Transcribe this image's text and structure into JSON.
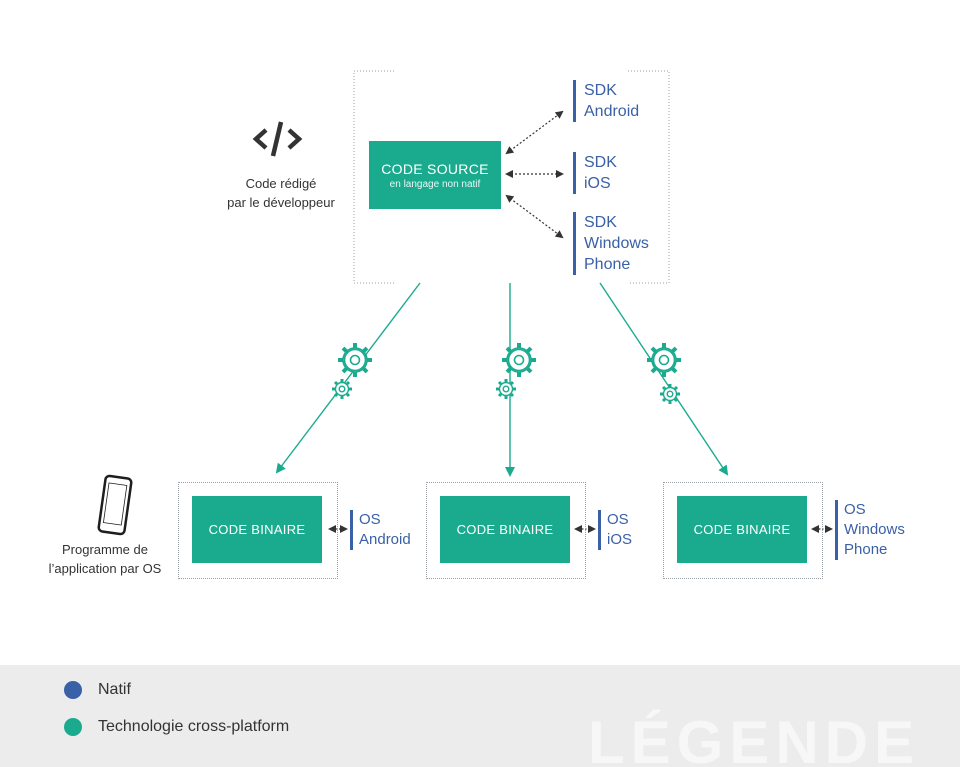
{
  "source": {
    "title": "CODE SOURCE",
    "subtitle": "en langage non natif",
    "caption_line1": "Code rédigé",
    "caption_line2": "par le développeur",
    "icon": "code-brackets-icon"
  },
  "sdks": [
    {
      "lines": [
        "SDK",
        "Android"
      ]
    },
    {
      "lines": [
        "SDK",
        "iOS"
      ]
    },
    {
      "lines": [
        "SDK",
        "Windows",
        "Phone"
      ]
    }
  ],
  "binaries": [
    {
      "title": "CODE BINAIRE",
      "os_lines": [
        "OS",
        "Android"
      ]
    },
    {
      "title": "CODE BINAIRE",
      "os_lines": [
        "OS",
        "iOS"
      ]
    },
    {
      "title": "CODE BINAIRE",
      "os_lines": [
        "OS",
        "Windows",
        "Phone"
      ]
    }
  ],
  "app_caption": {
    "line1": "Programme de",
    "line2": "l’application par OS",
    "icon": "smartphone-icon"
  },
  "legend": {
    "items": [
      {
        "label": "Natif",
        "color": "#3a60a8"
      },
      {
        "label": "Technologie cross-platform",
        "color": "#1aab8f"
      }
    ],
    "watermark": "LÉGENDE"
  },
  "colors": {
    "green": "#1aab8f",
    "blue": "#3a60a8",
    "dark": "#333333"
  }
}
